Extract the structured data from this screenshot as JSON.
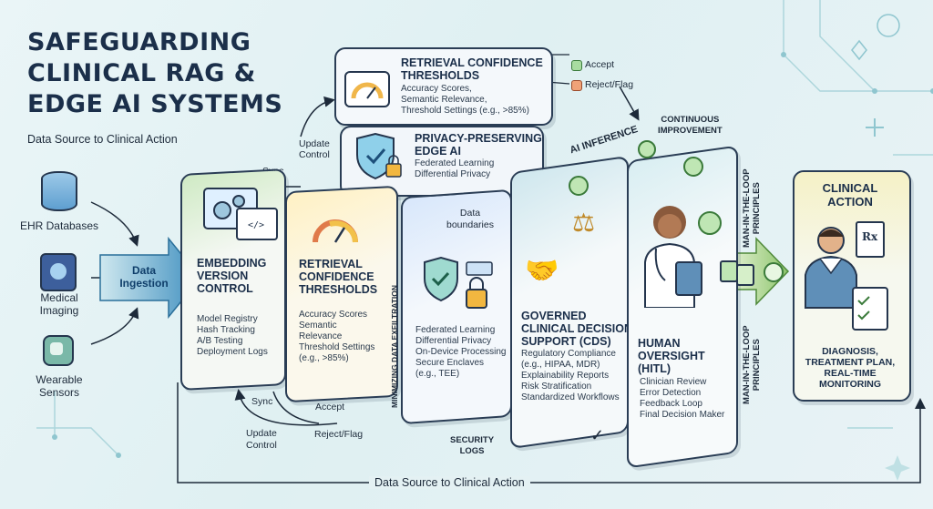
{
  "header": {
    "title_lines": [
      "SAFEGUARDING",
      "CLINICAL RAG &",
      "EDGE AI SYSTEMS"
    ],
    "subtitle": "Data Source to Clinical Action"
  },
  "sources": [
    {
      "label": "EHR Databases",
      "icon": "database-icon"
    },
    {
      "label_lines": [
        "Medical",
        "Imaging"
      ],
      "icon": "brain-scan-icon"
    },
    {
      "label_lines": [
        "Wearable",
        "Sensors"
      ],
      "icon": "smartwatch-icon"
    }
  ],
  "ingestion": {
    "label_lines": [
      "Data",
      "Ingestion"
    ]
  },
  "embedding": {
    "title_lines": [
      "EMBEDDING",
      "VERSION",
      "CONTROL"
    ],
    "items": [
      "Model Registry",
      "Hash Tracking",
      "A/B Testing",
      "Deployment Logs"
    ]
  },
  "retrieval": {
    "title_lines": [
      "RETRIEVAL",
      "CONFIDENCE",
      "THRESHOLDS"
    ],
    "items": [
      "Accuracy Scores",
      "Semantic",
      "Relevance",
      "Threshold Settings",
      "(e.g., >85%)"
    ]
  },
  "top_retrieval": {
    "title_lines": [
      "RETRIEVAL CONFIDENCE",
      "THRESHOLDS"
    ],
    "items": [
      "Accuracy Scores,",
      "Semantic Relevance,",
      "Threshold Settings (e.g., >85%)"
    ]
  },
  "legend": {
    "accept": "Accept",
    "reject": "Reject/Flag"
  },
  "privacy_top": {
    "title_lines": [
      "PRIVACY-PRESERVING",
      "EDGE AI"
    ],
    "items": [
      "Federated Learning",
      "Differential Privacy"
    ]
  },
  "privacy": {
    "items": [
      "Federated Learning",
      "Differential Privacy",
      "On-Device Processing",
      "Secure Enclaves",
      "(e.g., TEE)"
    ]
  },
  "data_boundaries": [
    "Data",
    "boundaries"
  ],
  "minimizing": "MINIMIZING DATA EXFILTRATION",
  "security_logs": [
    "SECURITY",
    "LOGS"
  ],
  "cds": {
    "title_lines": [
      "GOVERNED",
      "CLINICAL DECISION",
      "SUPPORT (CDS)"
    ],
    "items": [
      "Regulatory Compliance",
      "(e.g., HIPAA, MDR)",
      "Explainability Reports",
      "Risk Stratification",
      "Standardized Workflows"
    ]
  },
  "ai_inference": "AI INFERENCE",
  "continuous": [
    "CONTINUOUS",
    "IMPROVEMENT"
  ],
  "hitl": {
    "title_lines": [
      "HUMAN",
      "OVERSIGHT",
      "(HITL)"
    ],
    "items": [
      "Clinician Review",
      "Error Detection",
      "Feedback Loop",
      "Final Decision Maker"
    ]
  },
  "man_loop_top": [
    "MAN-IN-THE-LOOP",
    "PRINCIPLES"
  ],
  "man_loop_bottom": [
    "MAN-IN-THE-LOOP",
    "PRINCIPLES"
  ],
  "clinical": {
    "title_lines": [
      "CLINICAL",
      "ACTION"
    ],
    "items": [
      "DIAGNOSIS,",
      "TREATMENT PLAN,",
      "REAL-TIME",
      "MONITORING"
    ]
  },
  "loop": {
    "sync": "Sync",
    "update_control": [
      "Update",
      "Control"
    ],
    "accept": "Accept",
    "reject": "Reject/Flag"
  },
  "top_loop": {
    "sync": "Sync",
    "update_control": [
      "Update",
      "Control"
    ]
  },
  "footer": "Data Source to Clinical Action",
  "colors": {
    "navy": "#1b2f4a",
    "teal": "#2a8fa0",
    "green": "#5cb85c",
    "amber": "#f2b34a",
    "red_tag": "#e8916b"
  }
}
